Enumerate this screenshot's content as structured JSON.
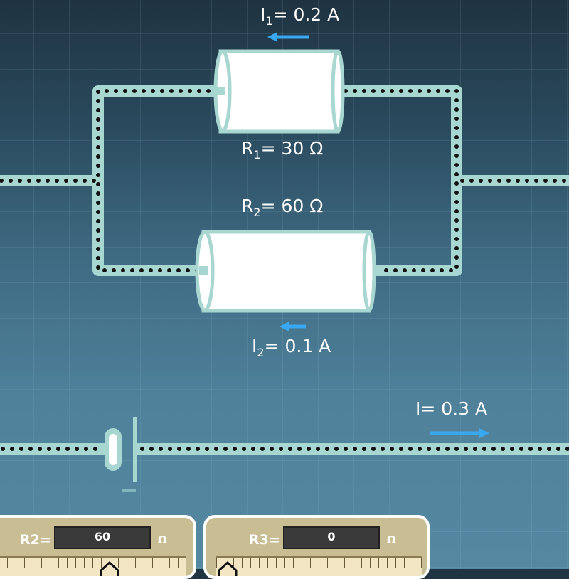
{
  "circuit": {
    "r1": {
      "label_main": "R",
      "label_sub": "1",
      "label_value": "= 30 Ω"
    },
    "r2": {
      "label_main": "R",
      "label_sub": "2",
      "label_value": "= 60 Ω"
    },
    "i1": {
      "label_main": "I",
      "label_sub": "1",
      "label_value": "= 0.2 A"
    },
    "i2": {
      "label_main": "I",
      "label_sub": "2",
      "label_value": "= 0.1 A"
    },
    "i_total": {
      "label": "I=  0.3 A"
    }
  },
  "controls": [
    {
      "label": "R2=",
      "value": "60",
      "unit": "Ω"
    },
    {
      "label": "R3=",
      "value": "0",
      "unit": "Ω"
    }
  ],
  "colors": {
    "wire": "#a8d6d0",
    "arrow": "#3aa8f0",
    "panel": "#c8bd93"
  }
}
